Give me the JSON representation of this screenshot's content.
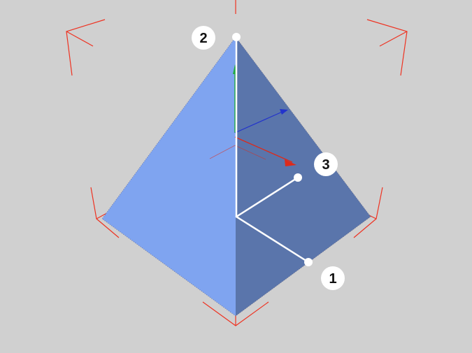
{
  "viewport": {
    "background_color": "#d0d0d0"
  },
  "object": {
    "shape": "pyramid",
    "left_face_color": "#7fa4f0",
    "right_face_color": "#5a75ab",
    "wire_color": "#555577"
  },
  "selection_bracket": {
    "color": "#ee3322"
  },
  "gizmo": {
    "x_axis_color": "#dd2a1a",
    "y_axis_color": "#22aa44",
    "z_axis_color": "#2233cc"
  },
  "dimension_lines": {
    "color": "#ffffff"
  },
  "callouts": [
    {
      "label": "1"
    },
    {
      "label": "2"
    },
    {
      "label": "3"
    }
  ]
}
